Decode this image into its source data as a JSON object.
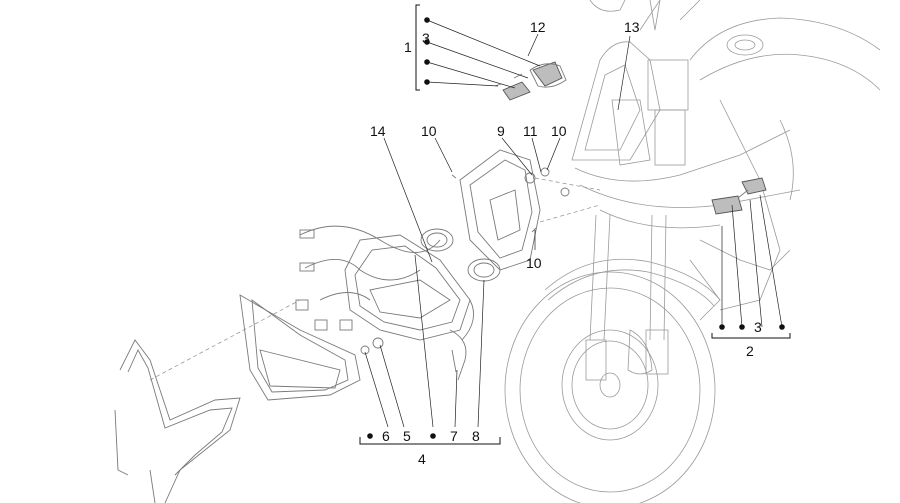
{
  "callouts": {
    "c1": "1",
    "c2": "2",
    "c3a": "3",
    "c3b": "3",
    "c4": "4",
    "c5": "5",
    "c6": "6",
    "c7": "7",
    "c8": "8",
    "c9": "9",
    "c10a": "10",
    "c10b": "10",
    "c10c": "10",
    "c11": "11",
    "c12": "12",
    "c13": "13",
    "c14": "14"
  },
  "colors": {
    "line_art": "#9a9a9a",
    "labels": "#111111",
    "filled_parts": "#bdbdbd"
  }
}
